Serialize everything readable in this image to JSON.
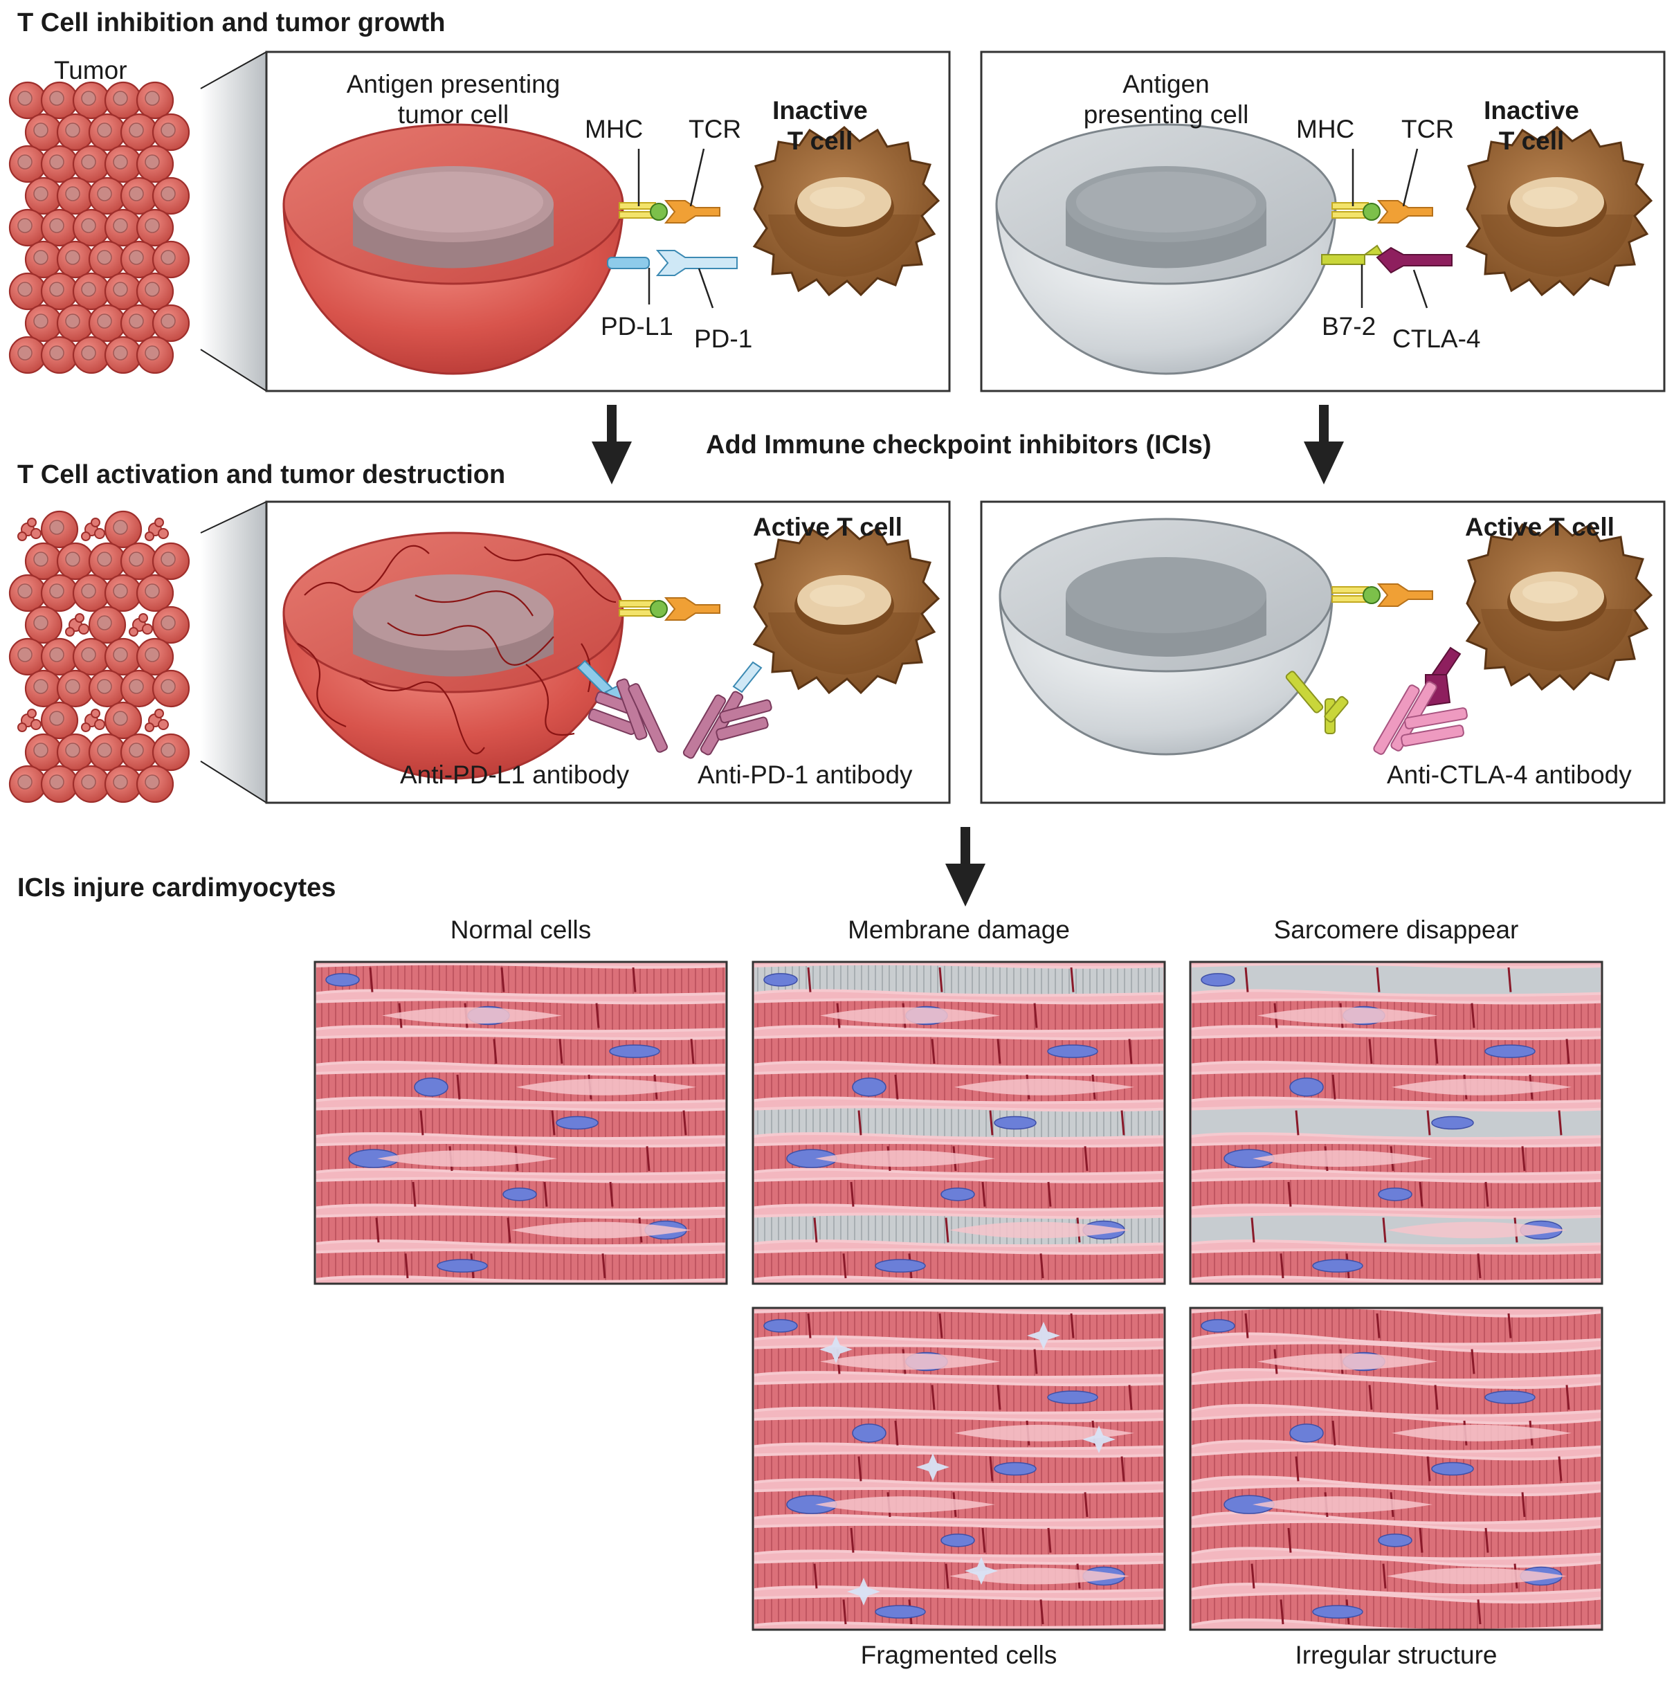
{
  "sections": {
    "inhibition": "T Cell inhibition and tumor growth",
    "activation": "T Cell activation and tumor destruction",
    "injury": "ICIs injure cardimyocytes"
  },
  "tumor_label": "Tumor",
  "center_label": "Add Immune checkpoint inhibitors (ICIs)",
  "panel_a": {
    "apc_line1": "Antigen presenting",
    "apc_line2": "tumor cell",
    "mhc": "MHC",
    "tcr": "TCR",
    "tcell_line1": "Inactive",
    "tcell_line2": "T cell",
    "pdl1": "PD-L1",
    "pd1": "PD-1"
  },
  "panel_b": {
    "apc_line1": "Antigen",
    "apc_line2": "presenting cell",
    "mhc": "MHC",
    "tcr": "TCR",
    "tcell_line1": "Inactive",
    "tcell_line2": "T cell",
    "b72": "B7-2",
    "ctla4": "CTLA-4"
  },
  "panel_c": {
    "tcell": "Active T cell",
    "anti_pdl1": "Anti-PD-L1 antibody",
    "anti_pd1": "Anti-PD-1 antibody"
  },
  "panel_d": {
    "tcell": "Active T cell",
    "anti_ctla4": "Anti-CTLA-4 antibody"
  },
  "tissue_panels": [
    {
      "label": "Normal cells"
    },
    {
      "label": "Membrane damage"
    },
    {
      "label": "Sarcomere disappear"
    },
    {
      "label": "Fragmented cells"
    },
    {
      "label": "Irregular structure"
    }
  ],
  "colors": {
    "tumor_red": "#d9534f",
    "tcell_brown": "#8b5a2b",
    "mhc_yellow": "#f3e36b",
    "tcr_orange": "#f0a035",
    "pd_blue": "#8ecbea",
    "b72_lime": "#c9d63a",
    "ctla4_purple": "#8e1f5e",
    "antibody_mauve": "#c07a9c",
    "muscle_pink": "#d9707a",
    "nucleus_blue": "#6b7fd8"
  }
}
